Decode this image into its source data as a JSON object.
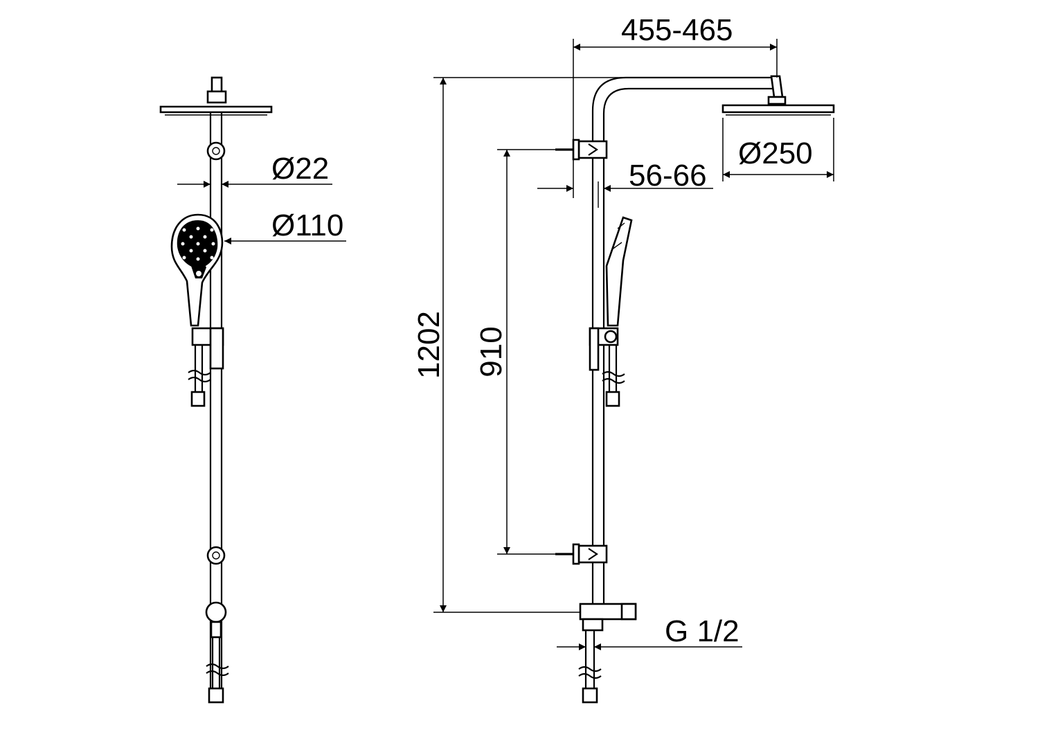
{
  "dimensions": {
    "rod_diameter": "Ø22",
    "hand_shower_diameter": "Ø110",
    "arm_reach": "455-465",
    "head_shower_diameter": "Ø250",
    "wall_distance": "56-66",
    "bracket_spacing": "910",
    "total_height": "1202",
    "connection_thread": "G 1/2"
  }
}
